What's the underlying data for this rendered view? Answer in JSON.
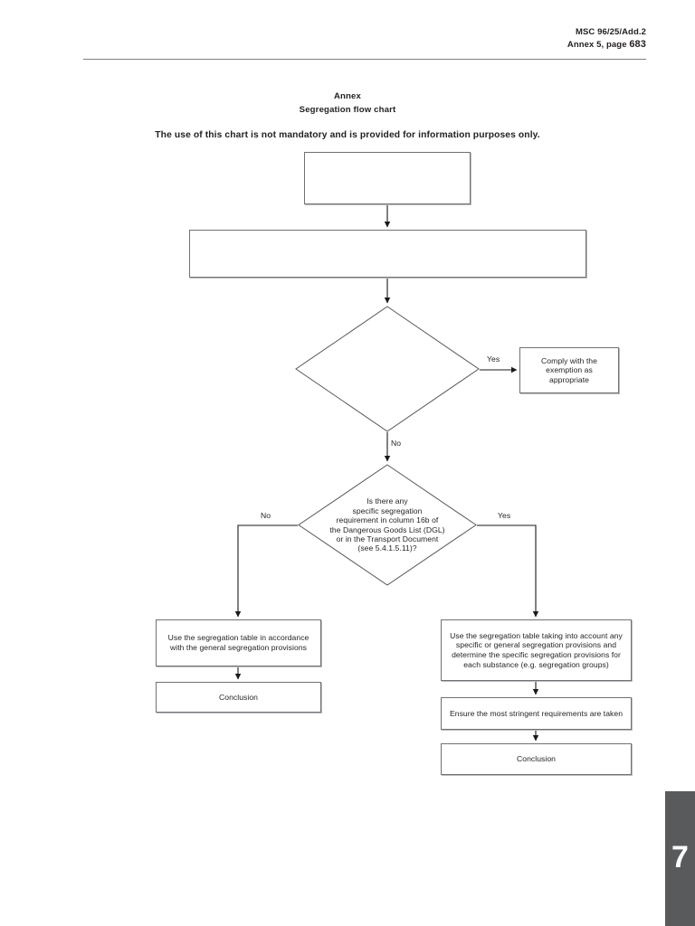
{
  "header": {
    "document_reference": "MSC 96/25/Add.2",
    "annex_page": "Annex 5, page ",
    "page_number": "683"
  },
  "titles": {
    "annex": "Annex",
    "chart": "Segregation flow chart",
    "disclaimer": "The use of this chart is not mandatory and is provided for information purposes only."
  },
  "chart_data": {
    "type": "diagram",
    "title": "Segregation flow chart",
    "nodes": [
      {
        "id": "box-1",
        "shape": "rectangle",
        "text": ""
      },
      {
        "id": "box-2",
        "shape": "rectangle",
        "text": ""
      },
      {
        "id": "diamond-1",
        "shape": "diamond",
        "text": ""
      },
      {
        "id": "exemption",
        "shape": "rectangle",
        "text": "Comply with the exemption as appropriate"
      },
      {
        "id": "diamond-2",
        "shape": "diamond",
        "text": "Is there any specific segregation requirement in column 16b of the Dangerous Goods List (DGL) or in the Transport Document (see 5.4.1.5.11)?"
      },
      {
        "id": "general-table",
        "shape": "rectangle",
        "text": "Use the segregation table in accordance with the general segregation provisions"
      },
      {
        "id": "conclusion-left",
        "shape": "rectangle",
        "text": "Conclusion"
      },
      {
        "id": "specific-table",
        "shape": "rectangle",
        "text": "Use the segregation table taking into account any specific or general segregation provisions and determine the specific segregation provisions for each substance (e.g. segregation groups)"
      },
      {
        "id": "stringent",
        "shape": "rectangle",
        "text": "Ensure the most stringent requirements are taken"
      },
      {
        "id": "conclusion-right",
        "shape": "rectangle",
        "text": "Conclusion"
      }
    ],
    "edges": [
      {
        "from": "box-1",
        "to": "box-2",
        "label": ""
      },
      {
        "from": "box-2",
        "to": "diamond-1",
        "label": ""
      },
      {
        "from": "diamond-1",
        "to": "exemption",
        "label": "Yes"
      },
      {
        "from": "diamond-1",
        "to": "diamond-2",
        "label": "No"
      },
      {
        "from": "diamond-2",
        "to": "general-table",
        "label": "No"
      },
      {
        "from": "diamond-2",
        "to": "specific-table",
        "label": "Yes"
      },
      {
        "from": "general-table",
        "to": "conclusion-left",
        "label": ""
      },
      {
        "from": "specific-table",
        "to": "stringent",
        "label": ""
      },
      {
        "from": "stringent",
        "to": "conclusion-right",
        "label": ""
      }
    ]
  },
  "nodes": {
    "box_1": "",
    "box_2": "",
    "diamond_1": "",
    "exemption": "Comply with the exemption as appropriate",
    "diamond_2_line_1": "Is there any",
    "diamond_2_line_2": "specific segregation",
    "diamond_2_line_3": "requirement in column 16b of",
    "diamond_2_line_4": "the Dangerous Goods List (DGL)",
    "diamond_2_line_5": "or in the Transport Document",
    "diamond_2_line_6": "(see 5.4.1.5.11)?",
    "general_table": "Use the segregation table in accordance with the general segregation provisions",
    "conclusion_left": "Conclusion",
    "specific_table": "Use the segregation table taking into account any specific or general segregation provisions and determine the specific segregation provisions for each substance (e.g. segregation groups)",
    "stringent": "Ensure the most stringent requirements are taken",
    "conclusion_right": "Conclusion"
  },
  "edge_labels": {
    "yes_1": "Yes",
    "no_1": "No",
    "no_2": "No",
    "yes_2": "Yes"
  },
  "page_tab": {
    "number": "7",
    "color": "#585a5c"
  },
  "colors": {
    "text": "#231f20",
    "box_border": "#6f7174",
    "box_shadow": "#b9bbbd",
    "connector": "#1a1a1a",
    "rule": "#7e7f83"
  }
}
